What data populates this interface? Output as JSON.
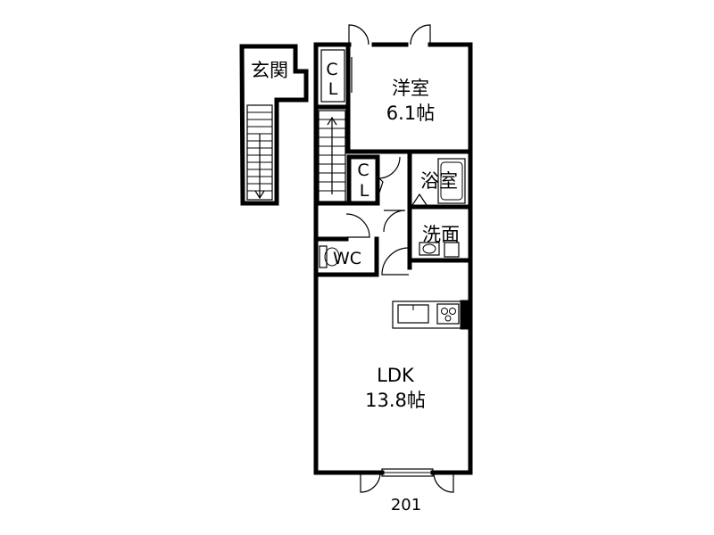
{
  "rooms": {
    "genkan": "玄関",
    "yoshitsu_name": "洋室",
    "yoshitsu_size": "6.1帖",
    "cl_top_1": "C",
    "cl_top_2": "L",
    "cl_mid_1": "C",
    "cl_mid_2": "L",
    "bath": "浴室",
    "washroom": "洗面",
    "wc": "WC",
    "ldk_name": "LDK",
    "ldk_size": "13.8帖"
  },
  "unit_number": "201",
  "icons": [
    "door-swing-icon",
    "stairs-icon",
    "sink-icon",
    "stove-icon",
    "bathtub-icon",
    "toilet-icon",
    "washbasin-icon"
  ]
}
